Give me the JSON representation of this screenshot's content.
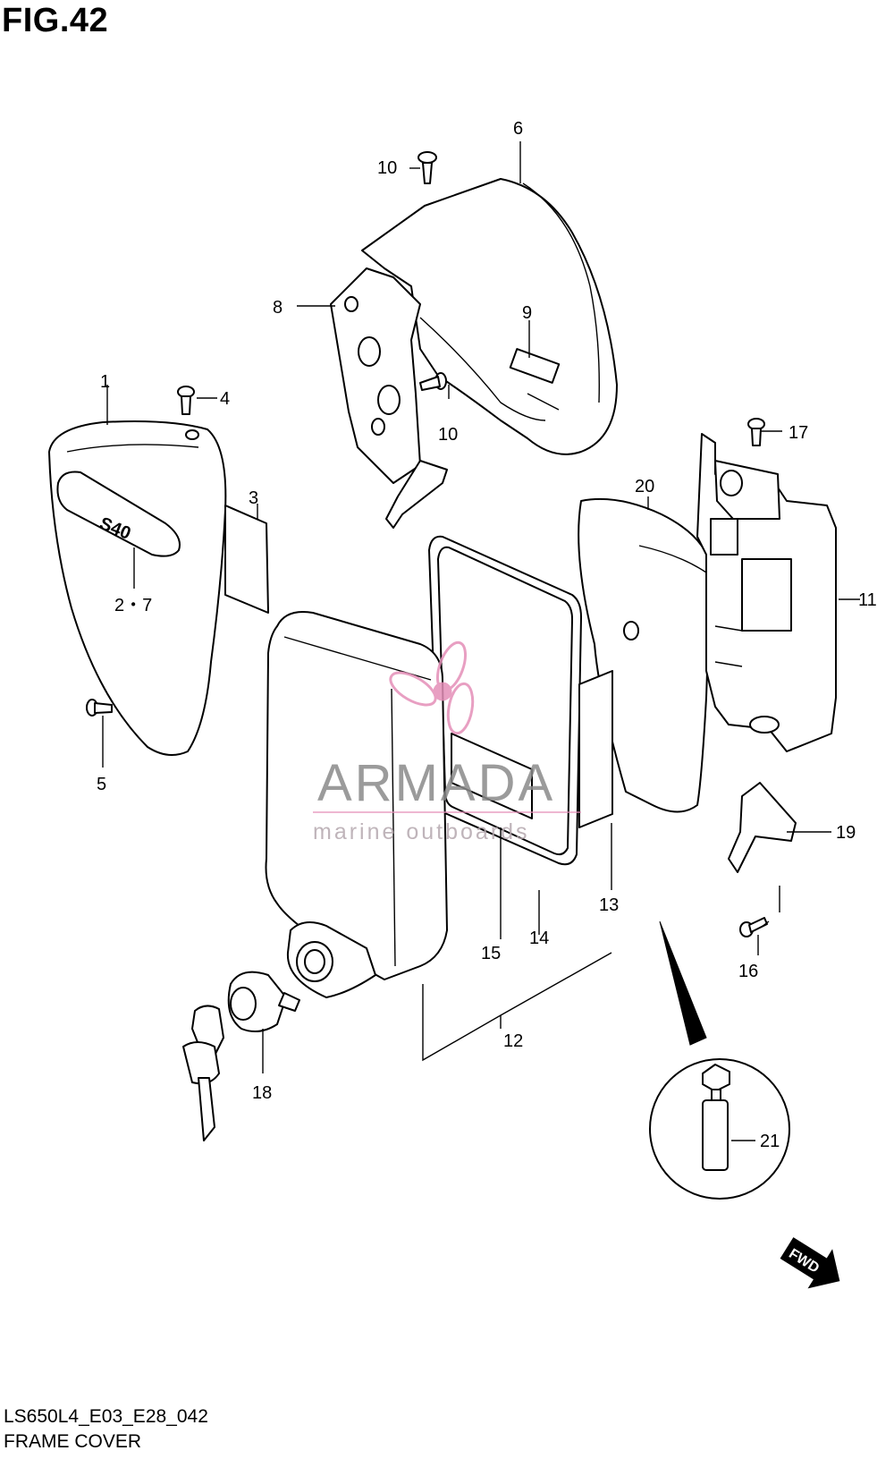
{
  "figure": {
    "title": "FIG.42",
    "model_code": "LS650L4_E03_E28_042",
    "subtitle": "FRAME COVER"
  },
  "parts": [
    {
      "id": "p1",
      "label": "1"
    },
    {
      "id": "p2-7",
      "label": "2・7"
    },
    {
      "id": "p3",
      "label": "3"
    },
    {
      "id": "p4",
      "label": "4"
    },
    {
      "id": "p5",
      "label": "5"
    },
    {
      "id": "p6",
      "label": "6"
    },
    {
      "id": "p8",
      "label": "8"
    },
    {
      "id": "p9",
      "label": "9"
    },
    {
      "id": "p10a",
      "label": "10"
    },
    {
      "id": "p10b",
      "label": "10"
    },
    {
      "id": "p11",
      "label": "11"
    },
    {
      "id": "p12",
      "label": "12"
    },
    {
      "id": "p13",
      "label": "13"
    },
    {
      "id": "p14",
      "label": "14"
    },
    {
      "id": "p15",
      "label": "15"
    },
    {
      "id": "p16",
      "label": "16"
    },
    {
      "id": "p17",
      "label": "17"
    },
    {
      "id": "p18",
      "label": "18"
    },
    {
      "id": "p19",
      "label": "19"
    },
    {
      "id": "p20",
      "label": "20"
    },
    {
      "id": "p21",
      "label": "21"
    }
  ],
  "emblem_text": "S40",
  "fwd_label": "FWD",
  "watermark": {
    "brand": "ARMADA",
    "tagline": "marine outboards",
    "logo_color": "#e48fb8"
  }
}
